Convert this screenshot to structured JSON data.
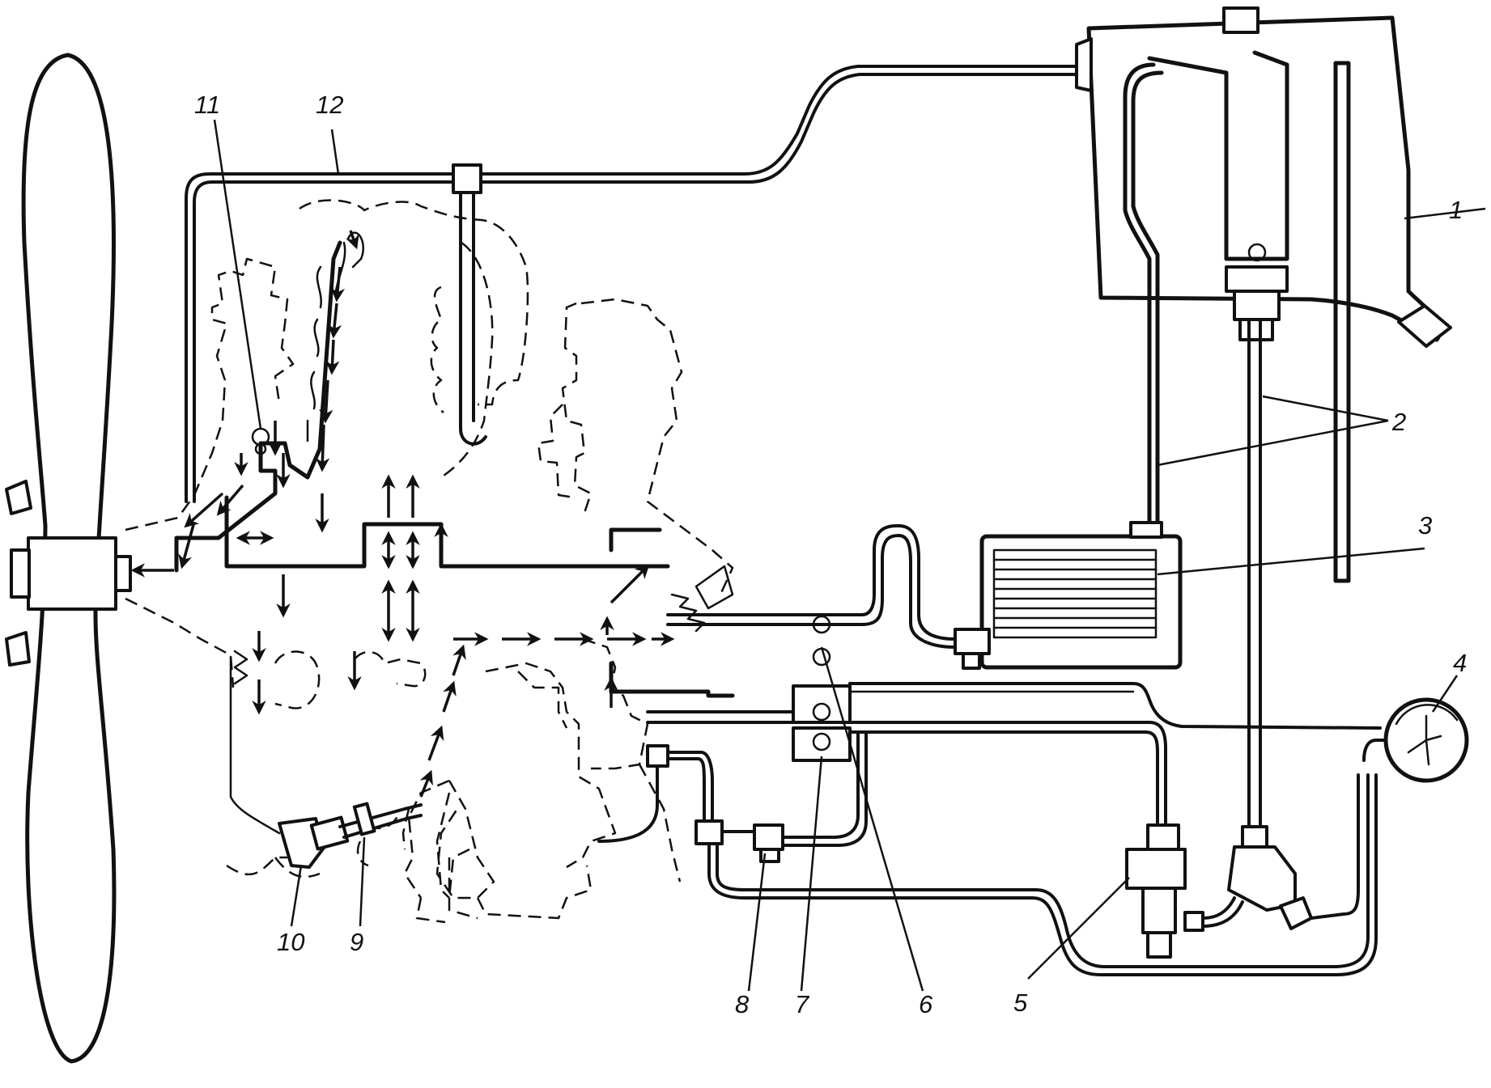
{
  "callouts": [
    {
      "id": "c1",
      "text": "1"
    },
    {
      "id": "c2",
      "text": "2"
    },
    {
      "id": "c3",
      "text": "3"
    },
    {
      "id": "c4",
      "text": "4"
    },
    {
      "id": "c5",
      "text": "5"
    },
    {
      "id": "c6",
      "text": "6"
    },
    {
      "id": "c7",
      "text": "7"
    },
    {
      "id": "c8",
      "text": "8"
    },
    {
      "id": "c9",
      "text": "9"
    },
    {
      "id": "c10",
      "text": "10"
    },
    {
      "id": "c11",
      "text": "11"
    },
    {
      "id": "c12",
      "text": "12"
    }
  ],
  "colors": {
    "line": "#111111",
    "background": "#ffffff"
  }
}
